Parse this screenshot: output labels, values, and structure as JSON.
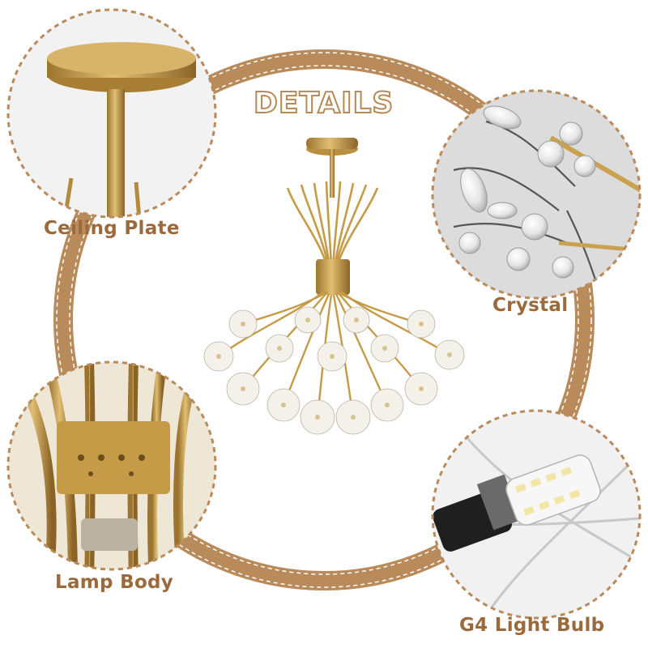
{
  "heading": "DETAILS",
  "callouts": {
    "ceiling_plate": "Ceiling Plate",
    "crystal": "Crystal",
    "lamp_body": "Lamp Body",
    "bulb": "G4 Light Bulb"
  },
  "colors": {
    "frame_brown": "#b98a5a",
    "label_brown": "#9a6a3c",
    "gold": "#c9a14a",
    "gold_dark": "#8f6b2a"
  }
}
